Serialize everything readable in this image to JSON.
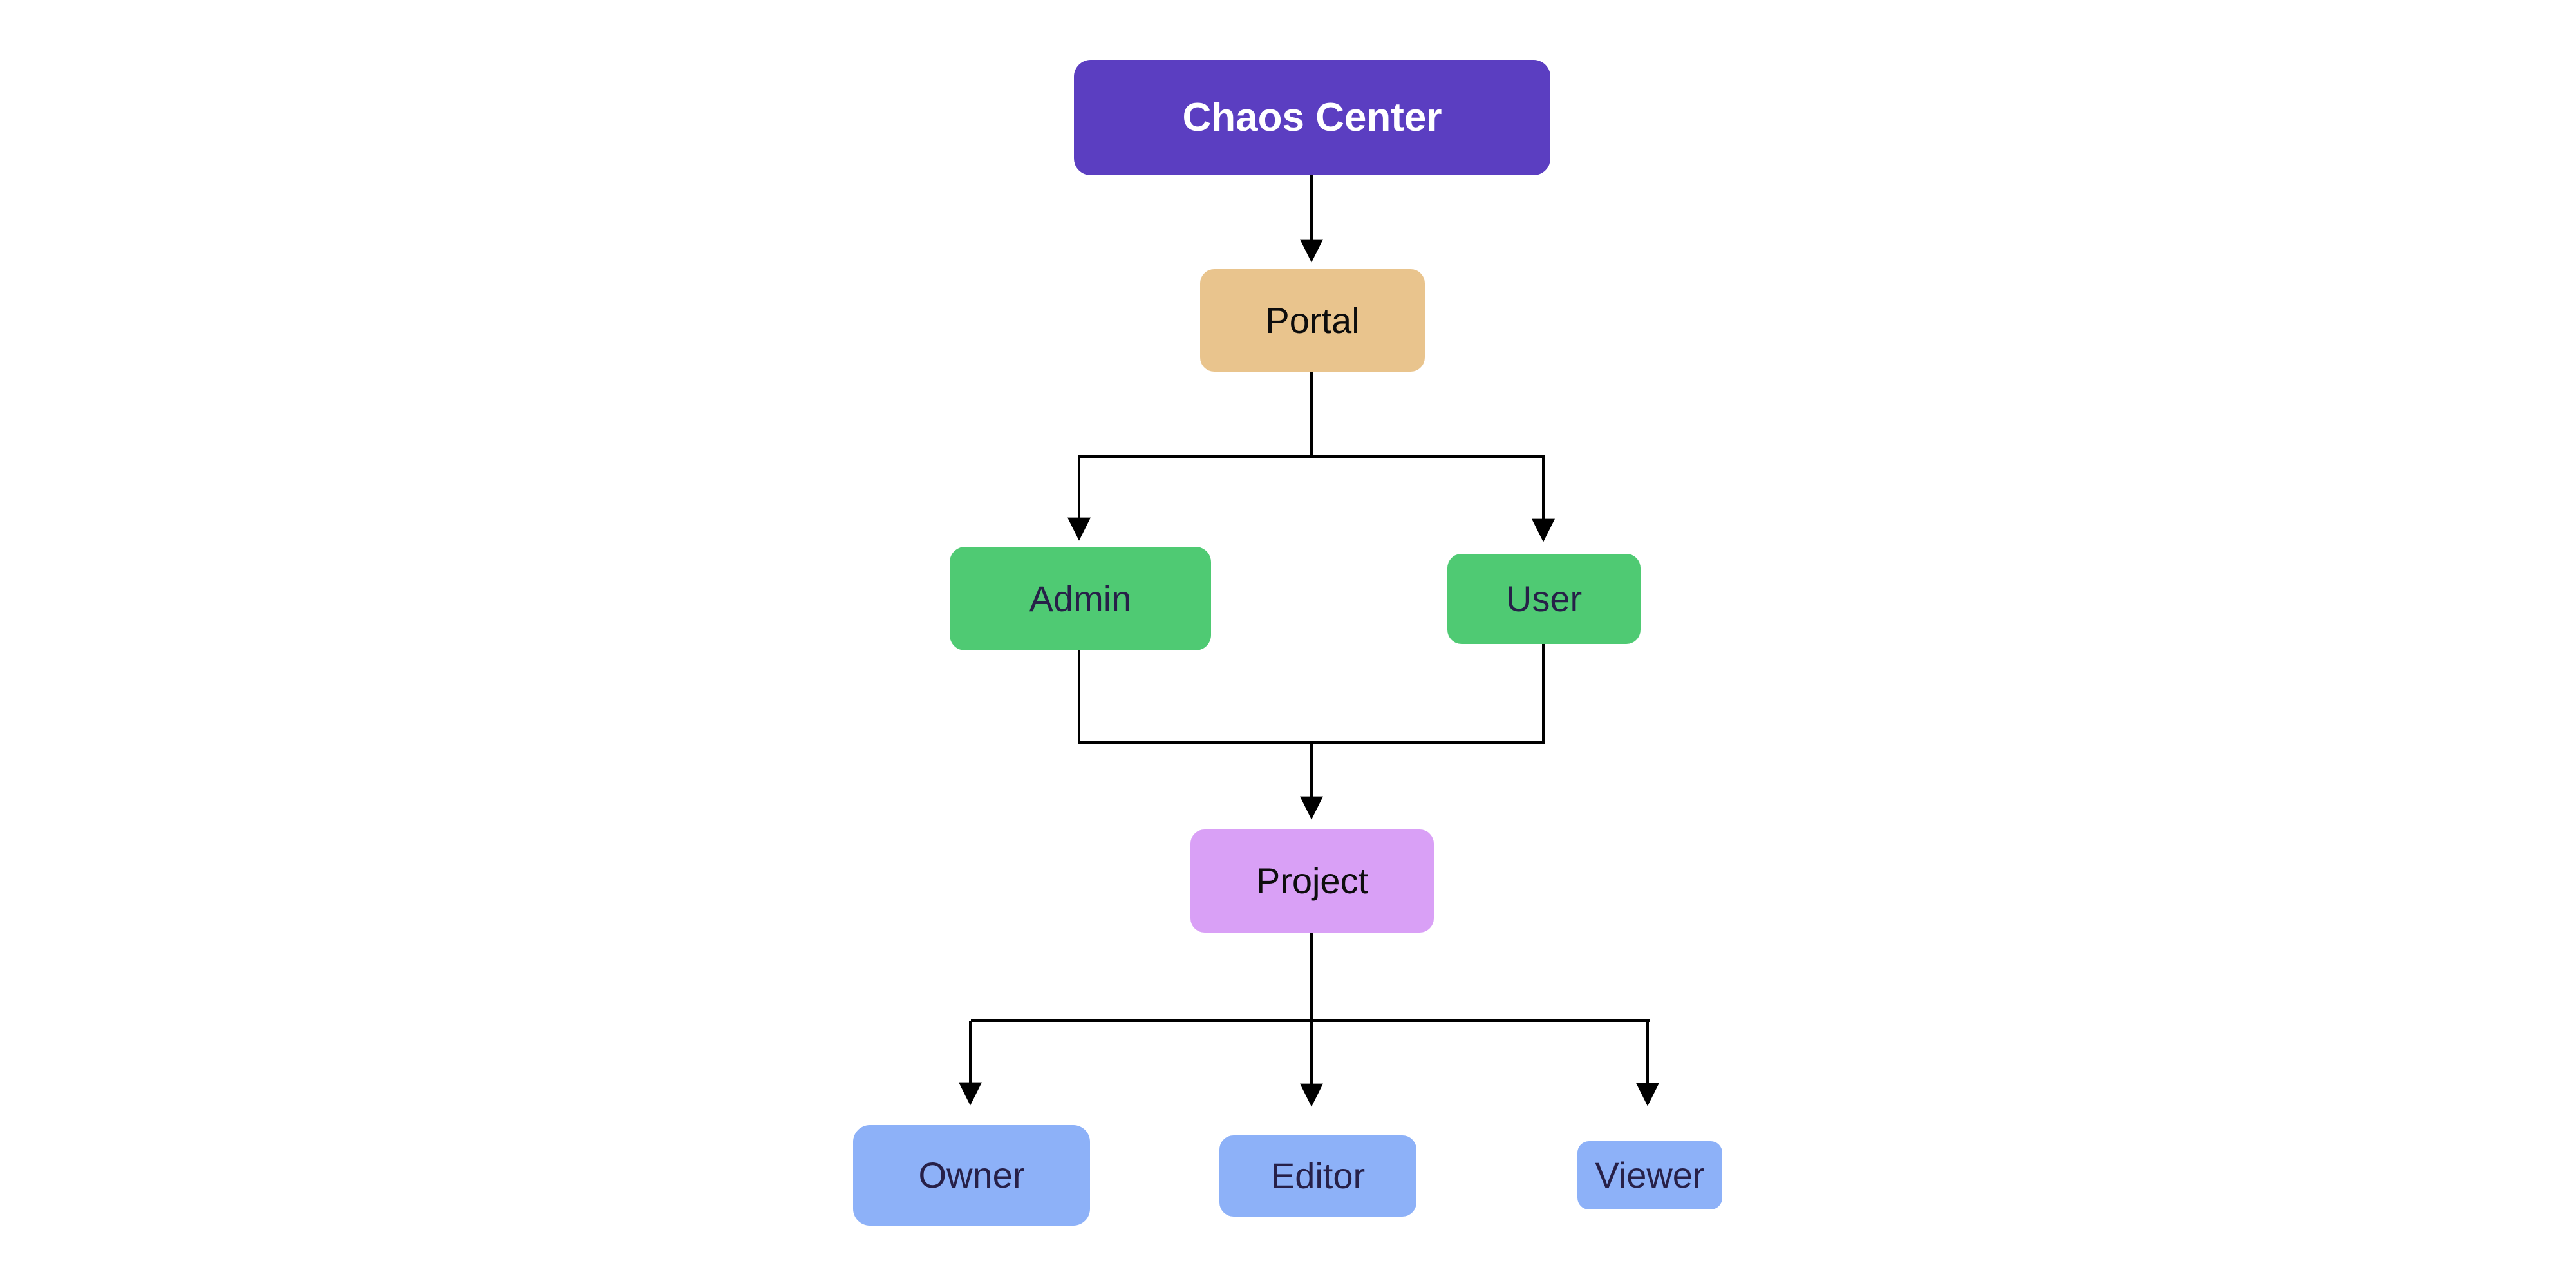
{
  "diagram": {
    "canvas": {
      "background": "#ffffff",
      "line_color": "#000000"
    },
    "nodes": {
      "chaos_center": {
        "label": "Chaos Center",
        "fill": "#5b3ec1",
        "text_color": "#ffffff"
      },
      "portal": {
        "label": "Portal",
        "fill": "#e9c48d",
        "text_color": "#0d0d0d"
      },
      "admin": {
        "label": "Admin",
        "fill": "#4fca73",
        "text_color": "#272048"
      },
      "user": {
        "label": "User",
        "fill": "#4fca73",
        "text_color": "#272048"
      },
      "project": {
        "label": "Project",
        "fill": "#d9a0f6",
        "text_color": "#0d0d0d"
      },
      "owner": {
        "label": "Owner",
        "fill": "#8db1f8",
        "text_color": "#272048"
      },
      "editor": {
        "label": "Editor",
        "fill": "#8db1f8",
        "text_color": "#272048"
      },
      "viewer": {
        "label": "Viewer",
        "fill": "#8db1f8",
        "text_color": "#272048"
      }
    },
    "edges": [
      {
        "from": "Chaos Center",
        "to": "Portal"
      },
      {
        "from": "Portal",
        "to": "Admin"
      },
      {
        "from": "Portal",
        "to": "User"
      },
      {
        "from": "Admin",
        "to": "Project"
      },
      {
        "from": "User",
        "to": "Project"
      },
      {
        "from": "Project",
        "to": "Owner"
      },
      {
        "from": "Project",
        "to": "Editor"
      },
      {
        "from": "Project",
        "to": "Viewer"
      }
    ]
  }
}
